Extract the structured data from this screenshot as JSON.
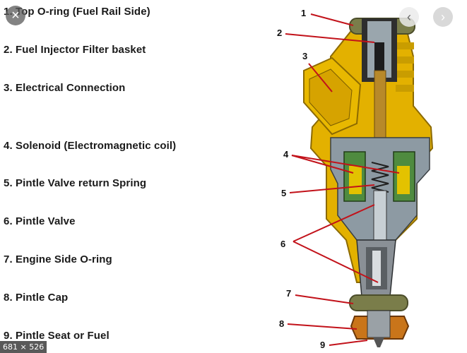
{
  "legend": [
    "1. Top O-ring (Fuel Rail Side)",
    "2. Fuel Injector Filter basket",
    "3. Electrical Connection",
    "4. Solenoid (Electromagnetic coil)",
    "5. Pintle Valve return Spring",
    "6. Pintle Valve",
    "7. Engine Side O-ring",
    "8. Pintle Cap",
    "9. Pintle Seat or Fuel"
  ],
  "callouts": [
    "1",
    "2",
    "3",
    "4",
    "5",
    "6",
    "7",
    "8",
    "9"
  ],
  "viewer": {
    "close_glyph": "×",
    "prev_glyph": "‹",
    "next_glyph": "›",
    "image_dimensions": "681 × 526"
  },
  "colors": {
    "injector_body": "#e3b100",
    "injector_dark": "#9c7700",
    "steel": "#8d9aa3",
    "coil": "#4f8b3f",
    "leader_line": "#c2121a"
  }
}
